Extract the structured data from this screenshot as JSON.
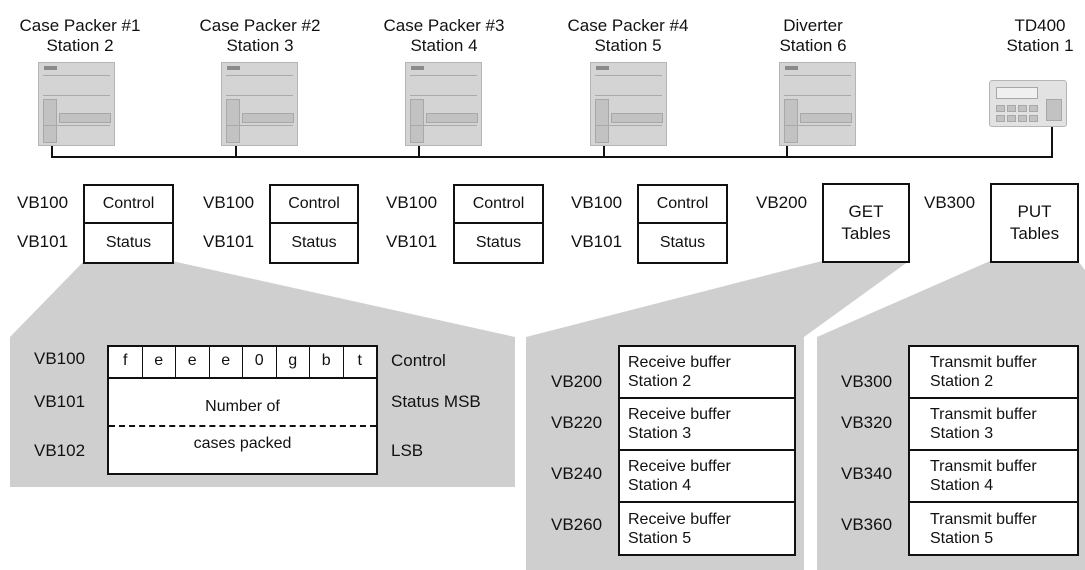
{
  "stations": [
    {
      "title_line1": "Case Packer #1",
      "title_line2": "Station 2"
    },
    {
      "title_line1": "Case Packer #2",
      "title_line2": "Station 3"
    },
    {
      "title_line1": "Case Packer #3",
      "title_line2": "Station 4"
    },
    {
      "title_line1": "Case Packer #4",
      "title_line2": "Station 5"
    },
    {
      "title_line1": "Diverter",
      "title_line2": "Station 6"
    },
    {
      "title_line1": "TD400",
      "title_line2": "Station 1"
    }
  ],
  "packer_boxes": [
    {
      "addr1": "VB100",
      "addr2": "VB101",
      "row1": "Control",
      "row2": "Status"
    },
    {
      "addr1": "VB100",
      "addr2": "VB101",
      "row1": "Control",
      "row2": "Status"
    },
    {
      "addr1": "VB100",
      "addr2": "VB101",
      "row1": "Control",
      "row2": "Status"
    },
    {
      "addr1": "VB100",
      "addr2": "VB101",
      "row1": "Control",
      "row2": "Status"
    }
  ],
  "get_box": {
    "addr": "VB200",
    "line1": "GET",
    "line2": "Tables"
  },
  "put_box": {
    "addr": "VB300",
    "line1": "PUT",
    "line2": "Tables"
  },
  "detail_panel": {
    "addr_vb100": "VB100",
    "addr_vb101": "VB101",
    "addr_vb102": "VB102",
    "bits": [
      "f",
      "e",
      "e",
      "e",
      "0",
      "g",
      "b",
      "t"
    ],
    "number_of": "Number of",
    "cases_packed": "cases packed",
    "label_control": "Control",
    "label_status_msb": "Status MSB",
    "label_lsb": "LSB"
  },
  "receive_panel": {
    "rows": [
      {
        "addr": "VB200",
        "line1": "Receive buffer",
        "line2": "Station 2"
      },
      {
        "addr": "VB220",
        "line1": "Receive buffer",
        "line2": "Station 3"
      },
      {
        "addr": "VB240",
        "line1": "Receive buffer",
        "line2": "Station 4"
      },
      {
        "addr": "VB260",
        "line1": "Receive buffer",
        "line2": "Station 5"
      }
    ]
  },
  "transmit_panel": {
    "rows": [
      {
        "addr": "VB300",
        "line1": "Transmit buffer",
        "line2": "Station 2"
      },
      {
        "addr": "VB320",
        "line1": "Transmit buffer",
        "line2": "Station 3"
      },
      {
        "addr": "VB340",
        "line1": "Transmit buffer",
        "line2": "Station 4"
      },
      {
        "addr": "VB360",
        "line1": "Transmit buffer",
        "line2": "Station 5"
      }
    ]
  },
  "colors": {
    "panel": "#cfcfcf",
    "plc_body": "#d4d4d4",
    "line": "#111111"
  }
}
